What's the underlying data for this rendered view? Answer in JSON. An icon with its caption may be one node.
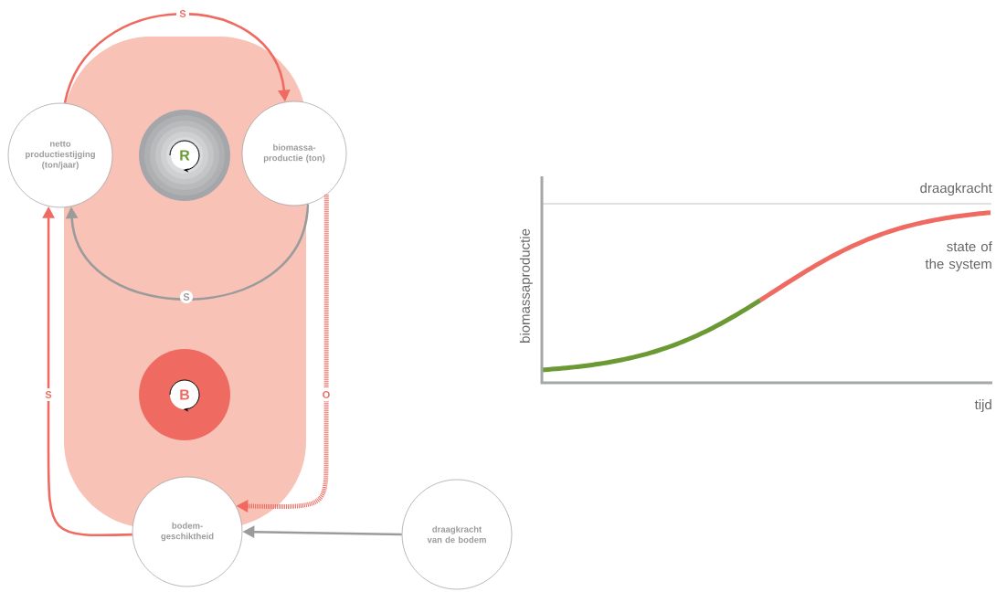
{
  "diagram": {
    "nodes": [
      {
        "text": [
          "netto productiestijging (ton/jaar)"
        ]
      },
      {
        "text": [
          "R"
        ]
      },
      {
        "text": [
          "biomassa-productie (ton)"
        ]
      },
      {
        "text": [
          "B"
        ]
      },
      {
        "text": [
          "bodem-geschiktheid"
        ]
      },
      {
        "text": [
          "draagkracht van de bodem"
        ]
      }
    ],
    "edges": [
      {
        "from": 0,
        "to": 2,
        "arrow": "to",
        "label": "S"
      },
      {
        "from": 2,
        "to": 0,
        "arrow": "to",
        "label": "S",
        "color": "#9b9b9b"
      },
      {
        "from": 2,
        "to": 4,
        "arrow": "to",
        "label": "O",
        "style": "dashed"
      },
      {
        "from": 4,
        "to": 0,
        "arrow": "to",
        "label": "S"
      },
      {
        "from": 5,
        "to": 4,
        "arrow": "to",
        "color": "#9b9b9b"
      }
    ],
    "labels": [
      "draagkracht",
      "state of the system",
      "biomassaproductie",
      "tijd"
    ]
  }
}
